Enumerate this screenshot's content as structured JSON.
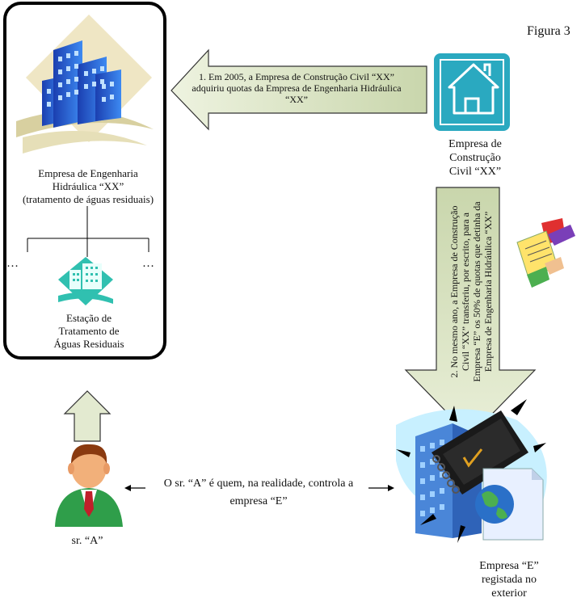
{
  "figure_label": "Figura 3",
  "engineering_company": {
    "line1": "Empresa de Engenharia",
    "line2": "Hidráulica “XX”",
    "line3": "(tratamento de águas residuais)",
    "icon": "office-buildings-icon"
  },
  "station": {
    "line1": "Estação de",
    "line2": "Tratamento de",
    "line3": "Águas Residuais",
    "icon": "treatment-plant-icon"
  },
  "ellipsis": "…",
  "construction_company": {
    "line1": "Empresa de",
    "line2": "Construção",
    "line3": "Civil “XX”",
    "icon": "house-icon"
  },
  "arrow1": {
    "line1": "1. Em 2005, a Empresa de Construção Civil “XX”",
    "line2": "adquiriu quotas da Empresa de Engenharia Hidráulica",
    "line3": "“XX”"
  },
  "arrow2": {
    "line1": "2. No mesmo ano, a Empresa de Construção",
    "line2": "Civil “XX” transferiu, por escrito, para a",
    "line3": "Empresa “E” os 50% de quotas que detinha da",
    "line4": "Empresa de Engenharia Hidráulica “XX”"
  },
  "contract_icon": "contract-handshake-icon",
  "company_e": {
    "line1": "Empresa “E”",
    "line2": "registada no",
    "line3": "exterior",
    "icon": "offshore-company-icon"
  },
  "person": {
    "label": "sr. “A”",
    "icon": "businessman-icon"
  },
  "control_relation": {
    "line1": "O sr. “A” é quem, na realidade, controla a",
    "line2": "empresa “E”"
  },
  "colors": {
    "arrow_fill": "#d9e4c2",
    "arrow_stroke": "#333333",
    "teal": "#2aa9c0",
    "building_blue": "#1f5fd8"
  }
}
